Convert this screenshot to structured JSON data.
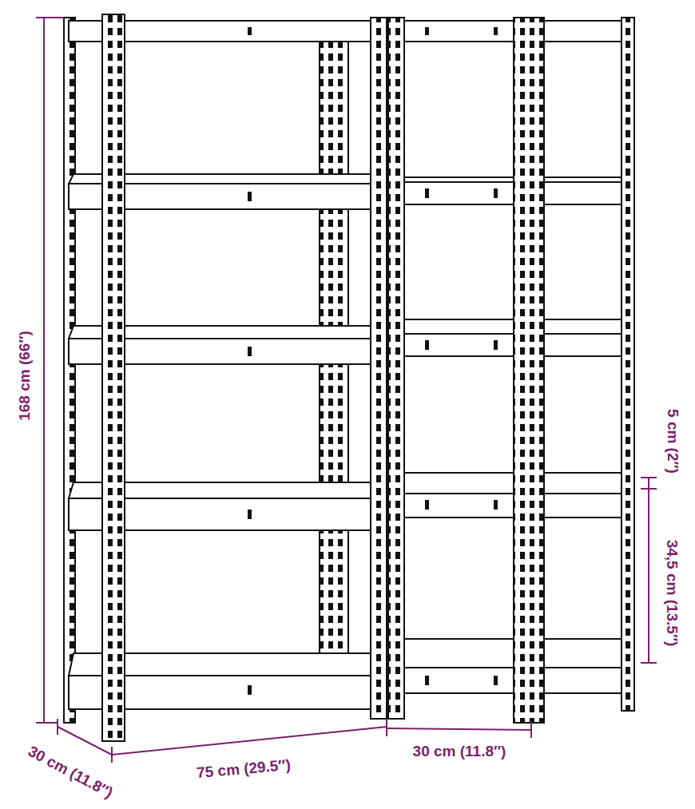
{
  "diagram": {
    "labels": [
      "168 cm (66″)",
      "30 cm (11.8″)",
      "75 cm (29.5″)",
      "30 cm (11.8″)",
      "5 cm (2″)",
      "34,5 cm (13.5″)"
    ]
  }
}
